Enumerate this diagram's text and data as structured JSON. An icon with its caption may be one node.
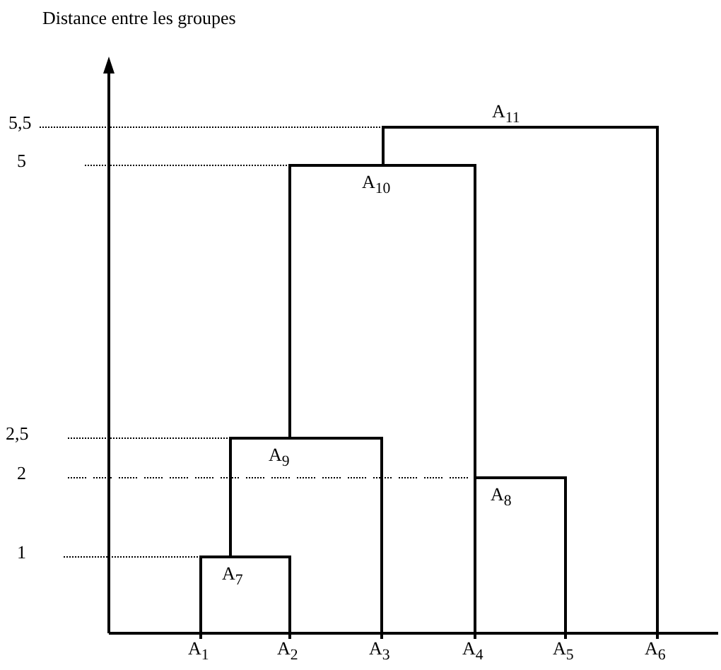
{
  "diagram": {
    "nodes": [
      {
        "text": [
          "A$_{1}$"
        ]
      },
      {
        "text": [
          "A$_{2}$"
        ]
      },
      {
        "text": [
          "A$_{3}$"
        ]
      },
      {
        "text": [
          "A$_{4}$"
        ]
      },
      {
        "text": [
          "A$_{5}$"
        ]
      },
      {
        "text": [
          "A$_{6}$"
        ]
      },
      {
        "text": [
          "A$_{7}$"
        ]
      },
      {
        "text": [
          "A$_{8}$"
        ]
      },
      {
        "text": [
          "A$_{9}$"
        ]
      },
      {
        "text": [
          "A$_{10}$"
        ]
      },
      {
        "text": [
          "A$_{11}$"
        ]
      }
    ],
    "edges": [
      {
        "from": 6,
        "to": 0,
        "arrow": "none"
      },
      {
        "from": 6,
        "to": 1,
        "arrow": "none"
      },
      {
        "from": 7,
        "to": 3,
        "arrow": "none"
      },
      {
        "from": 7,
        "to": 4,
        "arrow": "none"
      },
      {
        "from": 8,
        "to": 6,
        "arrow": "none"
      },
      {
        "from": 8,
        "to": 2,
        "arrow": "none"
      },
      {
        "from": 9,
        "to": 8,
        "arrow": "none"
      },
      {
        "from": 9,
        "to": 7,
        "arrow": "none"
      },
      {
        "from": 10,
        "to": 9,
        "arrow": "none"
      },
      {
        "from": 10,
        "to": 5,
        "arrow": "none"
      }
    ],
    "labels": [
      "Distance entre les groupes",
      "5,5",
      "5",
      "2,5",
      "2",
      "1"
    ]
  }
}
